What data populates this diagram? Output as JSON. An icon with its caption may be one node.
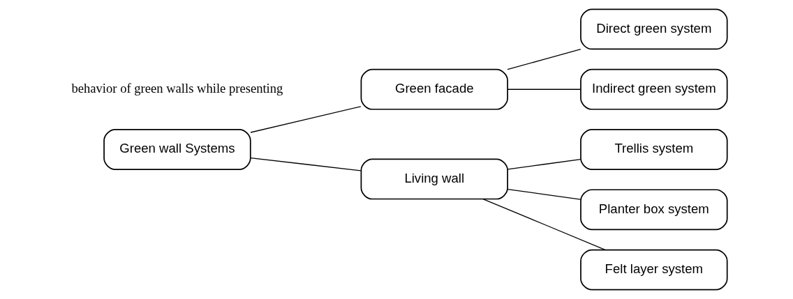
{
  "diagram": {
    "nodes": [
      {
        "text": [
          "Green wall Systems"
        ]
      },
      {
        "text": [
          "Green facade"
        ]
      },
      {
        "text": [
          "Living wall"
        ]
      },
      {
        "text": [
          "Direct green system"
        ]
      },
      {
        "text": [
          "Indirect green system"
        ]
      },
      {
        "text": [
          "Trellis system"
        ]
      },
      {
        "text": [
          "Planter box system"
        ]
      },
      {
        "text": [
          "Felt layer system"
        ]
      }
    ],
    "edges": [
      {
        "from": 0,
        "to": 1,
        "arrow": "none"
      },
      {
        "from": 0,
        "to": 2,
        "arrow": "none"
      },
      {
        "from": 1,
        "to": 3,
        "arrow": "none"
      },
      {
        "from": 1,
        "to": 4,
        "arrow": "none"
      },
      {
        "from": 2,
        "to": 5,
        "arrow": "none"
      },
      {
        "from": 2,
        "to": 6,
        "arrow": "none"
      },
      {
        "from": 2,
        "to": 7,
        "arrow": "none"
      }
    ],
    "labels": [
      "behavior of green walls while presenting"
    ]
  }
}
